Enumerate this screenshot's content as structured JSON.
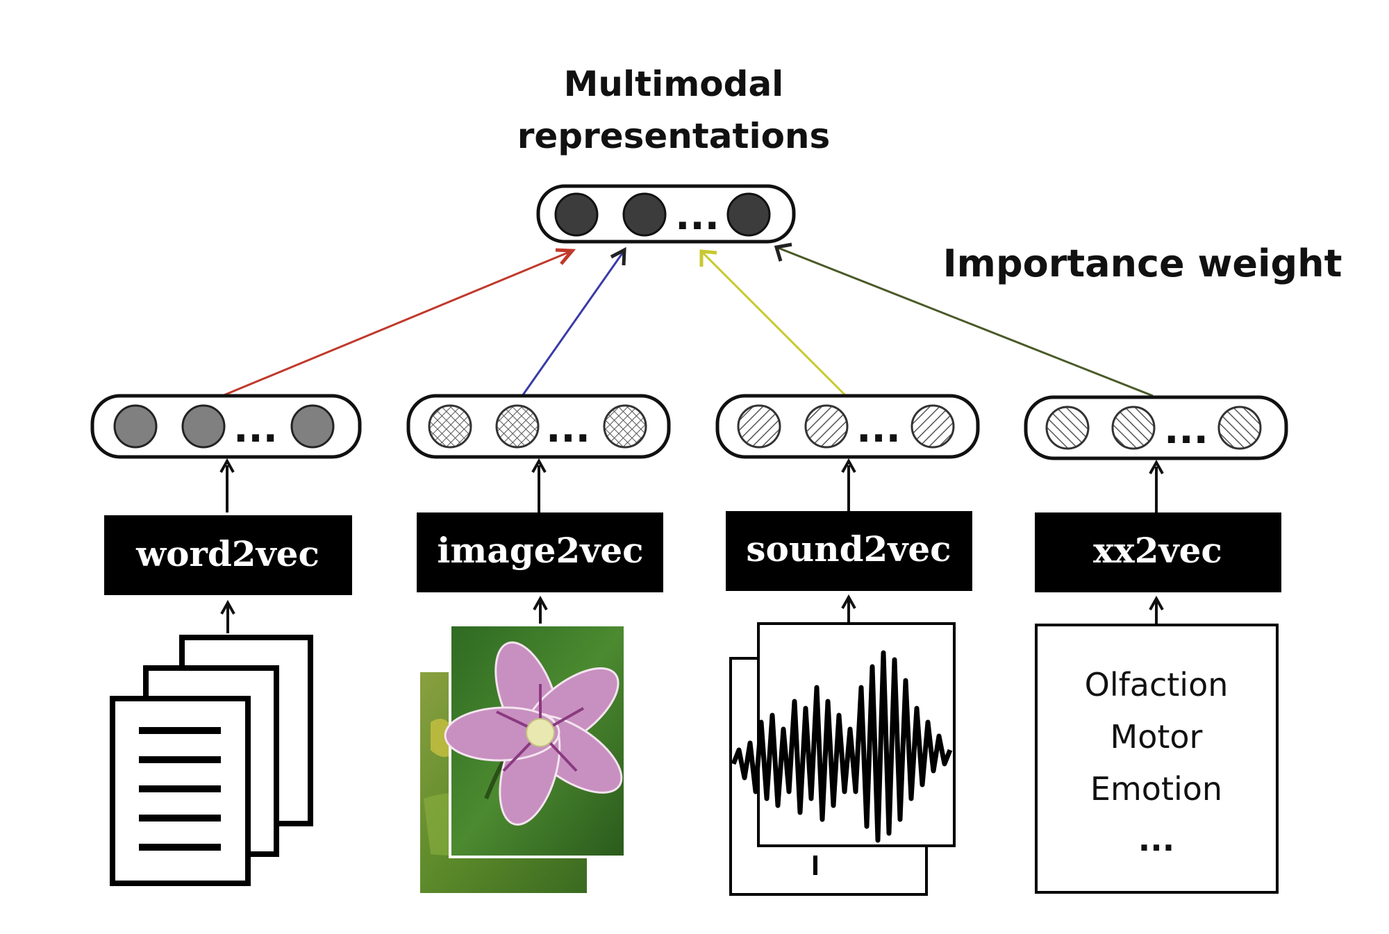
{
  "title_line1": "Multimodal",
  "title_line2": "representations",
  "importance_label": "Importance weight",
  "ellipsis": "...",
  "encoders": [
    {
      "label": "word2vec"
    },
    {
      "label": "image2vec"
    },
    {
      "label": "sound2vec"
    },
    {
      "label": "xx2vec"
    }
  ],
  "other_modalities": [
    "Olfaction",
    "Motor",
    "Emotion",
    "..."
  ],
  "colors": {
    "arrow_word": "#c0392b",
    "arrow_image": "#3a3aa8",
    "arrow_sound": "#c8c832",
    "arrow_xx": "#4a5a28",
    "node_fused": "#3c3c3c",
    "node_word": "#808080",
    "flower_petal": "#c890c0",
    "leaf_green": "#3f7a2a"
  }
}
